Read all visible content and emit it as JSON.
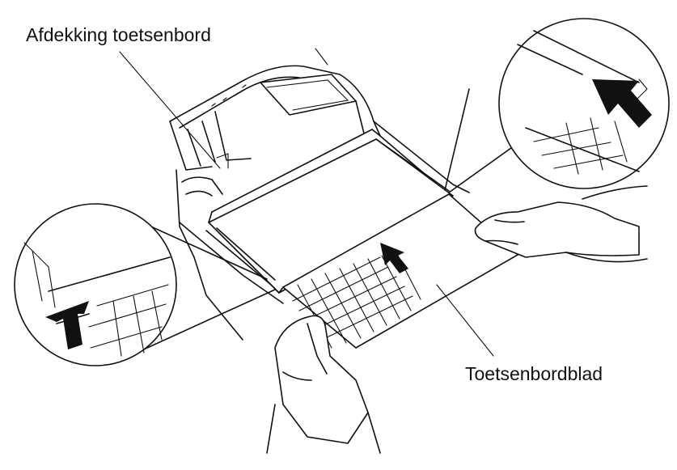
{
  "labels": {
    "keyboard_cover": "Afdekking toetsenbord",
    "keyboard_sheet": "Toetsenbordblad"
  },
  "colors": {
    "line": "#111111",
    "background": "#ffffff"
  },
  "icons": [
    "push-arrow-icon",
    "detail-magnifier-circle"
  ]
}
